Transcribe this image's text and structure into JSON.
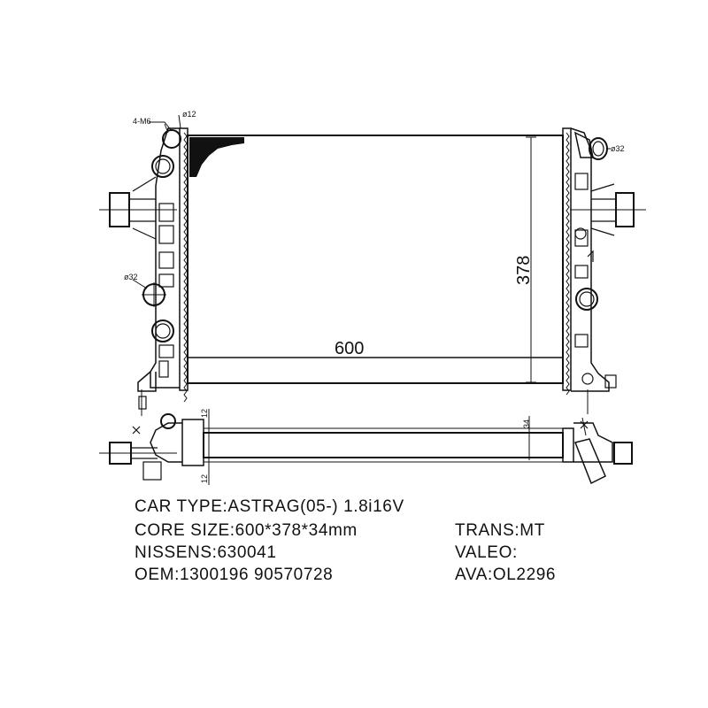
{
  "dimensions": {
    "core_width": "600",
    "core_height": "378",
    "thickness_top": "12",
    "thickness_core": "34",
    "thickness_bottom": "12",
    "inlet_dia_left": "ø32",
    "outlet_dia_right": "ø32",
    "pipe_dia_top": "ø12",
    "thread_callout": "4-M6"
  },
  "specs": {
    "car_type": "CAR TYPE:ASTRAG(05-)  1.8i16V",
    "core_size": "CORE SIZE:600*378*34mm",
    "trans": "TRANS:MT",
    "nissens": "NISSENS:630041",
    "valeo": "VALEO:",
    "oem": "OEM:1300196  90570728",
    "ava": "AVA:OL2296"
  }
}
